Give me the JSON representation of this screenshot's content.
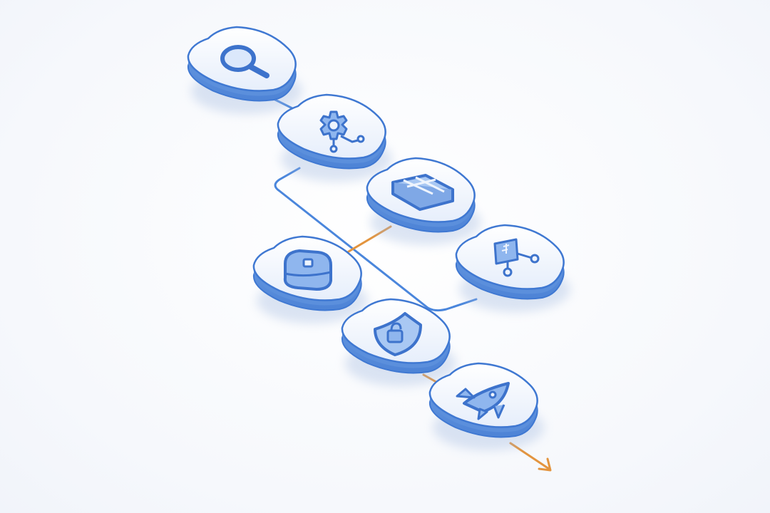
{
  "diagram": {
    "nodes": [
      {
        "id": "search",
        "icon": "magnifier-icon"
      },
      {
        "id": "process",
        "icon": "gear-network-icon"
      },
      {
        "id": "layout",
        "icon": "grid-layout-icon"
      },
      {
        "id": "network",
        "icon": "shield-network-icon"
      },
      {
        "id": "storage",
        "icon": "wallet-icon"
      },
      {
        "id": "security",
        "icon": "shield-lock-icon"
      },
      {
        "id": "launch",
        "icon": "rocket-icon"
      }
    ],
    "connectors": [
      {
        "from": "search",
        "to": "process",
        "style": "blue"
      },
      {
        "from": "process",
        "to": "network",
        "style": "blue"
      },
      {
        "from": "layout",
        "to": "storage",
        "style": "orange"
      },
      {
        "from": "security",
        "to": "launch",
        "style": "orange"
      },
      {
        "from": "launch",
        "to": "exit-arrow",
        "style": "orange-arrow"
      }
    ]
  },
  "colors": {
    "background": "#fbfcfe",
    "tile_top": "#f3f7fe",
    "tile_side": "#5b8fdc",
    "tile_edge": "#3f78d2",
    "icon_stroke": "#3d73cc",
    "icon_fill": "#8fb6ee",
    "line_blue": "#4a86dc",
    "line_orange": "#e3943e"
  }
}
